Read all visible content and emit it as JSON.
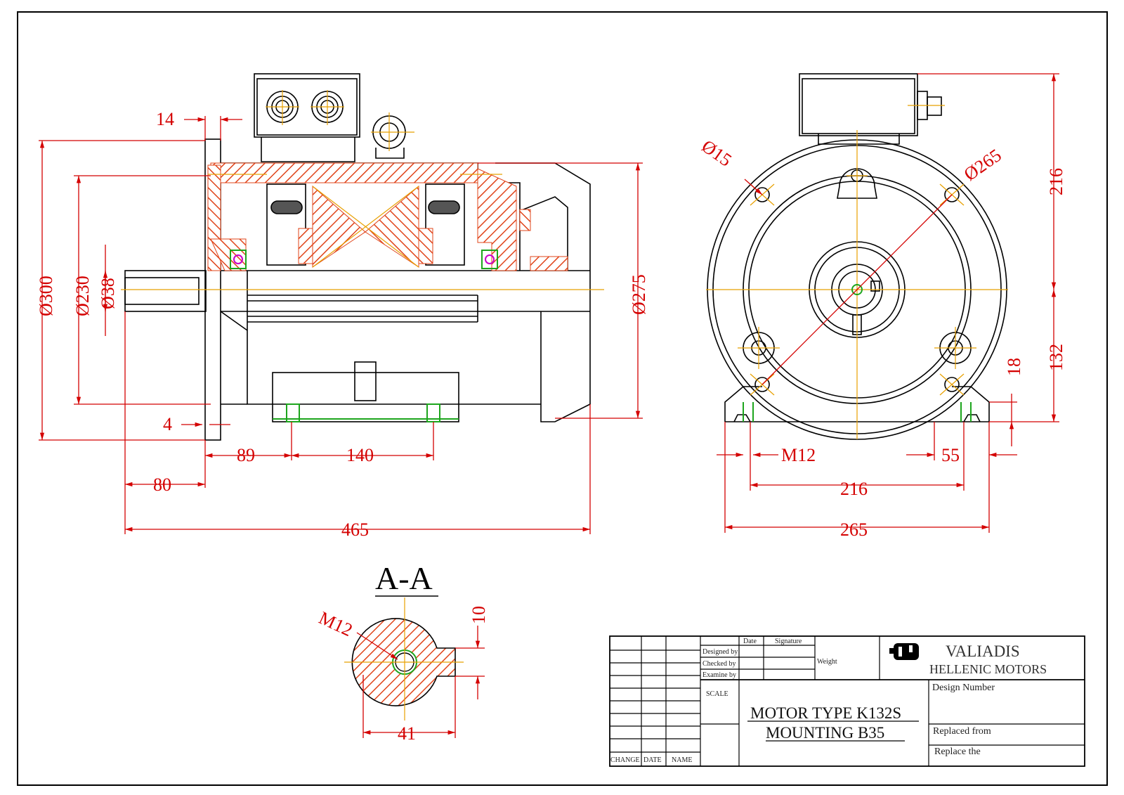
{
  "views": {
    "side": {
      "dims": {
        "flange_thk": "14",
        "pcd_flange": "Ø300",
        "spigot": "Ø230",
        "shaft": "Ø38",
        "frame": "Ø275",
        "spigot_depth": "4",
        "foot_to_flange": "89",
        "foot_spacing": "140",
        "shaft_len": "80",
        "overall": "465"
      }
    },
    "front": {
      "dims": {
        "hole": "Ø15",
        "pcd": "Ø265",
        "height_top": "216",
        "shaft_height": "132",
        "foot_thk": "18",
        "foot_bolt": "M12",
        "foot_width": "55",
        "foot_centers": "216",
        "base_width": "265"
      }
    },
    "section": {
      "title": "A-A",
      "dims": {
        "thread": "M12",
        "key_h": "10",
        "shaft_total": "41"
      }
    }
  },
  "title_block": {
    "headers": {
      "date": "Date",
      "signature": "Signature"
    },
    "rows": [
      "Designed by",
      "Checked by",
      "Examine by"
    ],
    "weight": "Weight",
    "scale": "SCALE",
    "change_labels": [
      "CHANGE",
      "DATE",
      "NAME"
    ],
    "brand_line1": "VALIADIS",
    "brand_line2": "HELLENIC MOTORS",
    "title_line1": "MOTOR TYPE K132S",
    "title_line2": "MOUNTING   B35",
    "design_number": "Design Number",
    "replaced_from": "Replaced from",
    "replace_the": "Replace the"
  }
}
